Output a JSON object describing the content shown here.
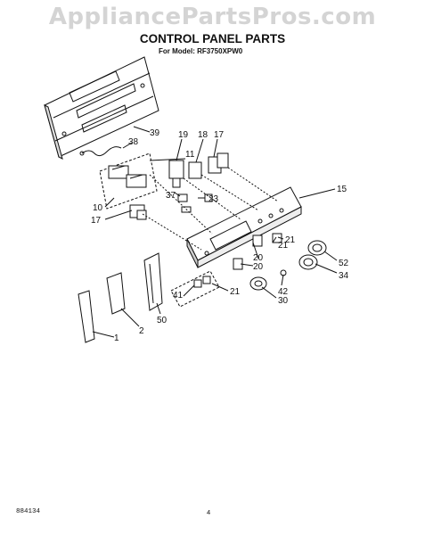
{
  "watermark": "AppliancePartsPros.com",
  "title": "CONTROL PANEL PARTS",
  "subtitle": "For Model: RF3750XPW0",
  "footer": {
    "code": "884134",
    "page": "4"
  },
  "callouts": [
    "39",
    "38",
    "19",
    "18",
    "17",
    "11",
    "15",
    "10",
    "37",
    "23",
    "17",
    "21",
    "20",
    "20",
    "21",
    "52",
    "34",
    "42",
    "41",
    "21",
    "30",
    "50",
    "2",
    "1"
  ]
}
